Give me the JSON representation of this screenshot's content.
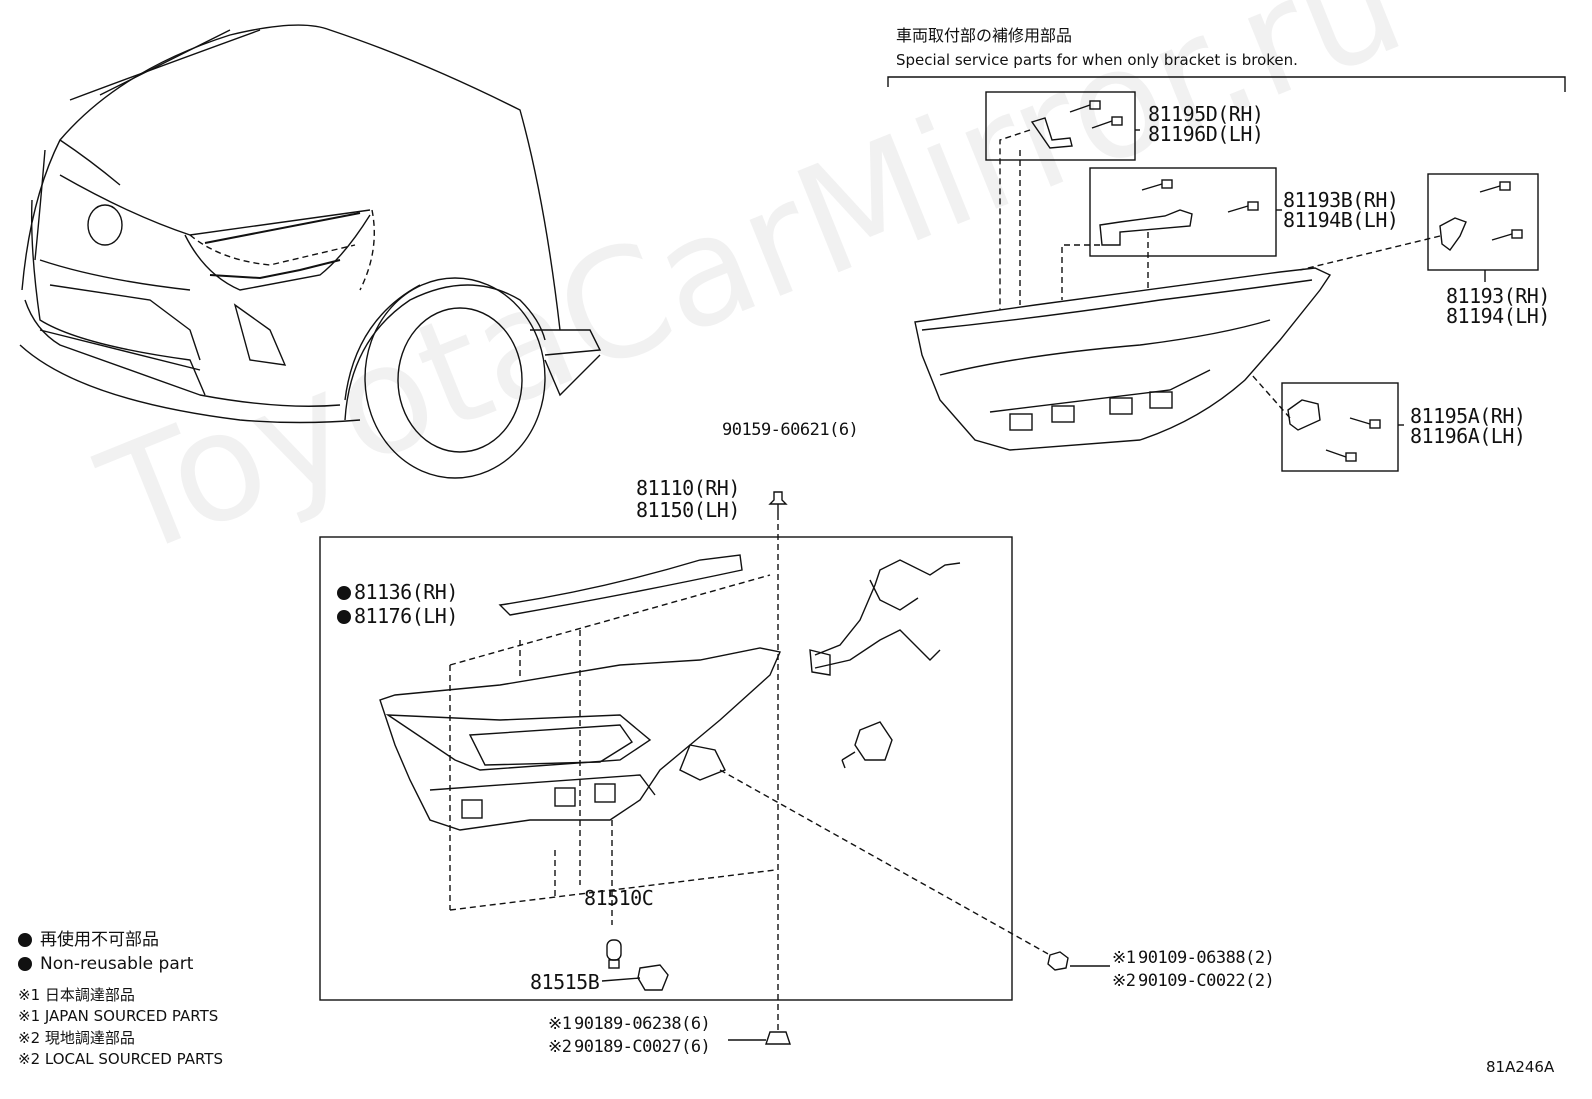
{
  "header": {
    "jp": "車両取付部の補修用部品",
    "en": "Special service parts for when only bracket is broken."
  },
  "parts": {
    "p81195D": "81195D(RH)",
    "p81196D": "81196D(LH)",
    "p81193B": "81193B(RH)",
    "p81194B": "81194B(LH)",
    "p81193": "81193(RH)",
    "p81194": "81194(LH)",
    "p81195A": "81195A(RH)",
    "p81196A": "81196A(LH)",
    "p90159": "90159-60621(6)",
    "p81110": "81110(RH)",
    "p81150": "81150(LH)",
    "p81136": "81136(RH)",
    "p81176": "81176(LH)",
    "p81510C": "81510C",
    "p81515B": "81515B",
    "p90109a": "90109-06388(2)",
    "p90109b": "90109-C0022(2)",
    "p90189a": "90189-06238(6)",
    "p90189b": "90189-C0027(6)",
    "mark1": "※1",
    "mark2": "※2"
  },
  "legend": {
    "nonreuse_jp": "再使用不可部品",
    "nonreuse_en": "Non-reusable part",
    "japan_jp": "※1 日本調達部品",
    "japan_en": "※1 JAPAN SOURCED PARTS",
    "local_jp": "※2 現地調達部品",
    "local_en": "※2 LOCAL SOURCED PARTS"
  },
  "diagram_code": "81A246A",
  "watermark": "ToyotaCarMirror.ru"
}
